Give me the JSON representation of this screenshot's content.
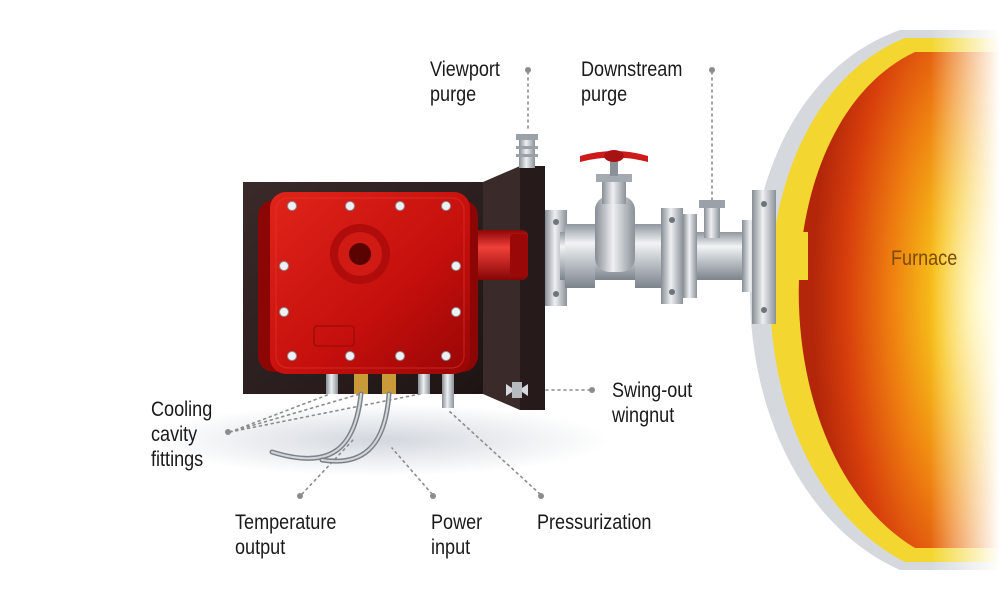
{
  "labels": {
    "viewport_purge": [
      "Viewport",
      "purge"
    ],
    "downstream_purge": [
      "Downstream",
      "purge"
    ],
    "furnace": "Furnace",
    "swing_out_wingnut": [
      "Swing-out",
      "wingnut"
    ],
    "cooling_cavity_fittings": [
      "Cooling",
      "cavity",
      "fittings"
    ],
    "temperature_output": [
      "Temperature",
      "output"
    ],
    "power_input": [
      "Power",
      "input"
    ],
    "pressurization": "Pressurization"
  },
  "colors": {
    "enclosure_red": "#c8100e",
    "backplate": "#2b1d1d",
    "pipe_steel": "#c9ced3",
    "valve_handle": "#cc1b1b",
    "furnace_wall": "#d8dbde",
    "refractory": "#f2d22e",
    "fire_core": "#f4a30d",
    "leader_line": "#8c8c8c"
  },
  "icons": [
    "valve-handle-icon",
    "viewport-window-icon",
    "wingnut-icon"
  ]
}
